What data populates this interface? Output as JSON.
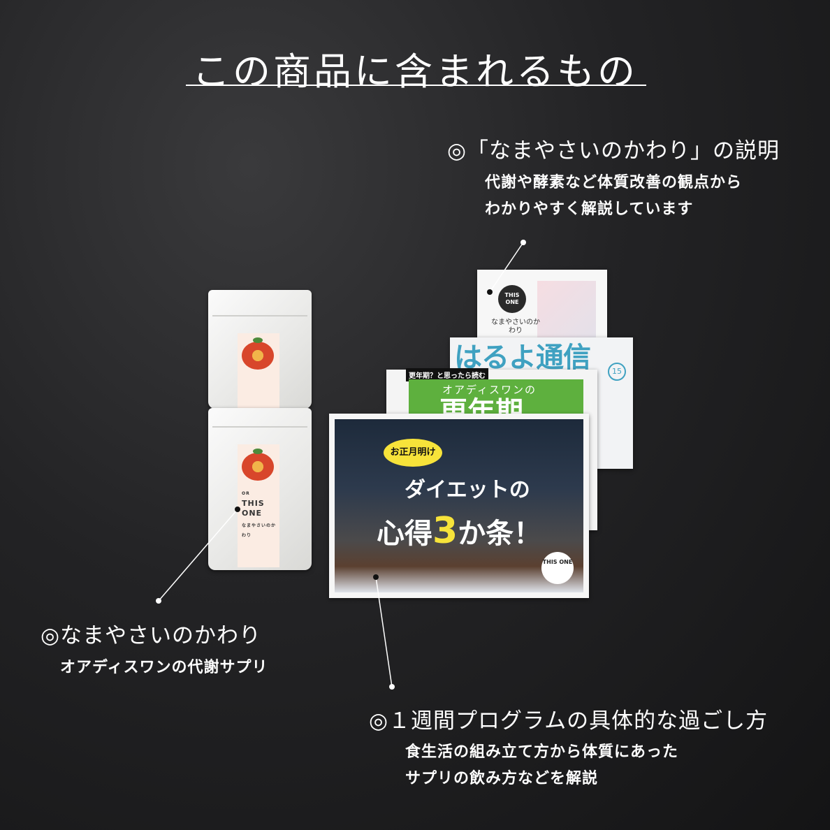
{
  "title": "この商品に含まれるもの",
  "callouts": {
    "explanation": {
      "heading": "◎「なまやさいのかわり」の説明",
      "lines": [
        "代謝や酵素など体質改善の観点から",
        "わかりやすく解説しています"
      ]
    },
    "supplement": {
      "heading": "◎なまやさいのかわり",
      "lines": [
        "オアディスワンの代謝サプリ"
      ]
    },
    "program": {
      "heading": "◎１週間プログラムの具体的な過ごし方",
      "lines": [
        "食生活の組み立て方から体質にあった",
        "サプリの飲み方などを解説"
      ]
    }
  },
  "products": {
    "pouch_brand_top": "OR",
    "pouch_brand": "THIS ONE",
    "pouch_product": "なまやさいのかわり",
    "flyer_badge": "お正月明け",
    "flyer_line1": "ダイエットの",
    "flyer_line2_a": "心得",
    "flyer_line2_num": "3",
    "flyer_line2_b": "か条！",
    "flyer_logo": "THIS ONE",
    "green_tag": "更年期？と思ったら読む",
    "green_sub": "オアディスワンの",
    "green_big": "更年期",
    "teal_title": "はるよ通信",
    "teal_number": "15",
    "white_logo": "THIS ONE",
    "white_text": "なまやさいのかわり"
  },
  "colors": {
    "background": "#232325",
    "text": "#ffffff",
    "flyer_highlight": "#f7e33a",
    "green_band": "#5eb03e",
    "teal_title": "#3fa1c1"
  }
}
